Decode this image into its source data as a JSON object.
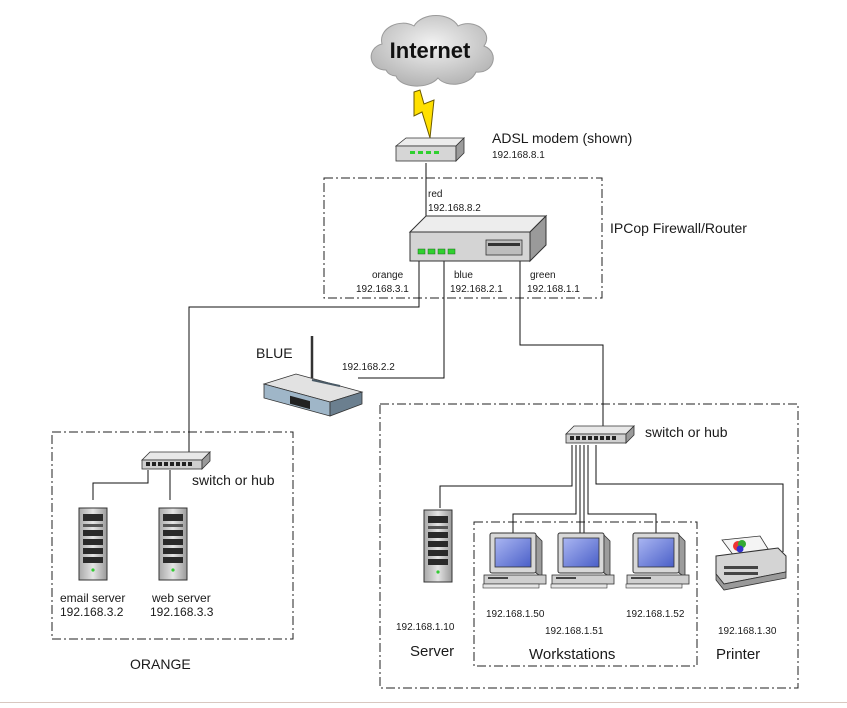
{
  "internet": {
    "label": "Internet"
  },
  "modem": {
    "title": "ADSL modem (shown)",
    "ip": "192.168.8.1"
  },
  "firewall": {
    "title": "IPCop Firewall/Router",
    "red_label": "red",
    "red_ip": "192.168.8.2",
    "orange_label": "orange",
    "orange_ip": "192.168.3.1",
    "blue_label": "blue",
    "blue_ip": "192.168.2.1",
    "green_label": "green",
    "green_ip": "192.168.1.1"
  },
  "blue_zone": {
    "label": "BLUE",
    "ap_ip": "192.168.2.2"
  },
  "orange_zone": {
    "label": "ORANGE",
    "switch_label": "switch or hub",
    "email_server_name": "email server",
    "email_server_ip": "192.168.3.2",
    "web_server_name": "web server",
    "web_server_ip": "192.168.3.3"
  },
  "green_zone": {
    "switch_label": "switch or hub",
    "server_ip": "192.168.1.10",
    "server_label": "Server",
    "workstations_label": "Workstations",
    "ws1_ip": "192.168.1.50",
    "ws2_ip": "192.168.1.51",
    "ws3_ip": "192.168.1.52",
    "printer_ip": "192.168.1.30",
    "printer_label": "Printer"
  },
  "colors": {
    "device_body": "#d9d9d9",
    "device_dark": "#333333",
    "led_green": "#2fd02f",
    "monitor_screen": "#6a7fd8",
    "lightning": "#ffe000",
    "cloud": "#cfcfcf"
  }
}
